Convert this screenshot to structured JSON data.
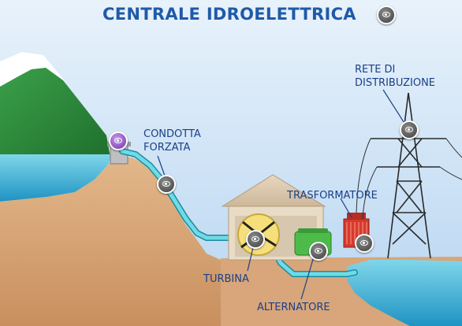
{
  "title": "CENTRALE IDROELETTRICA",
  "labels": {
    "condotta": "CONDOTTA",
    "forzata": "FORZATA",
    "rete": "RETE DI",
    "distribuzione": "DISTRIBUZIONE",
    "trasformatore": "TRASFORMATORE",
    "turbina": "TURBINA",
    "alternatore": "ALTERNATORE"
  },
  "colors": {
    "sky_top": "#e6f1fb",
    "sky_bottom": "#bcd8f2",
    "water": "#3fb8d8",
    "ground": "#d8a87a",
    "grass": "#2e8f3c",
    "snow": "#ffffff",
    "pipe": "#5ed3de",
    "hotspot": "#555555",
    "hotspot_dam": "#8d4fbf",
    "title": "#1f5aa8",
    "label": "#1a3f86"
  },
  "hotspots": [
    {
      "id": "title",
      "icon": "eye-icon"
    },
    {
      "id": "dam",
      "icon": "eye-icon"
    },
    {
      "id": "condotta",
      "icon": "eye-icon"
    },
    {
      "id": "rete",
      "icon": "eye-icon"
    },
    {
      "id": "turbina",
      "icon": "eye-icon"
    },
    {
      "id": "alternatore",
      "icon": "eye-icon"
    },
    {
      "id": "trasformatore",
      "icon": "eye-icon"
    }
  ]
}
